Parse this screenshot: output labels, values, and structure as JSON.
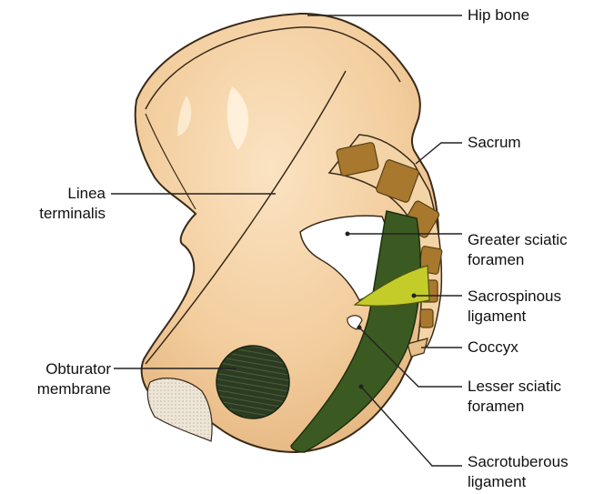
{
  "colors": {
    "bone": "#F2CC9C",
    "bone_shadow": "#E3B57E",
    "bone_outline": "#3A2A1A",
    "vertebra": "#A8782F",
    "ligament_dark": "#3B5A21",
    "ligament_light": "#C4CC2A",
    "membrane": "#2C3B22",
    "cartilage": "#E8E0D0",
    "leader": "#222222"
  },
  "labels": {
    "hip_bone": "Hip bone",
    "sacrum": "Sacrum",
    "linea_terminalis_1": "Linea",
    "linea_terminalis_2": "terminalis",
    "greater_sciatic_1": "Greater sciatic",
    "greater_sciatic_2": "foramen",
    "sacrospinous_1": "Sacrospinous",
    "sacrospinous_2": "ligament",
    "coccyx": "Coccyx",
    "obturator_1": "Obturator",
    "obturator_2": "membrane",
    "lesser_sciatic_1": "Lesser sciatic",
    "lesser_sciatic_2": "foramen",
    "sacrotuberous_1": "Sacrotuberous",
    "sacrotuberous_2": "ligament"
  }
}
